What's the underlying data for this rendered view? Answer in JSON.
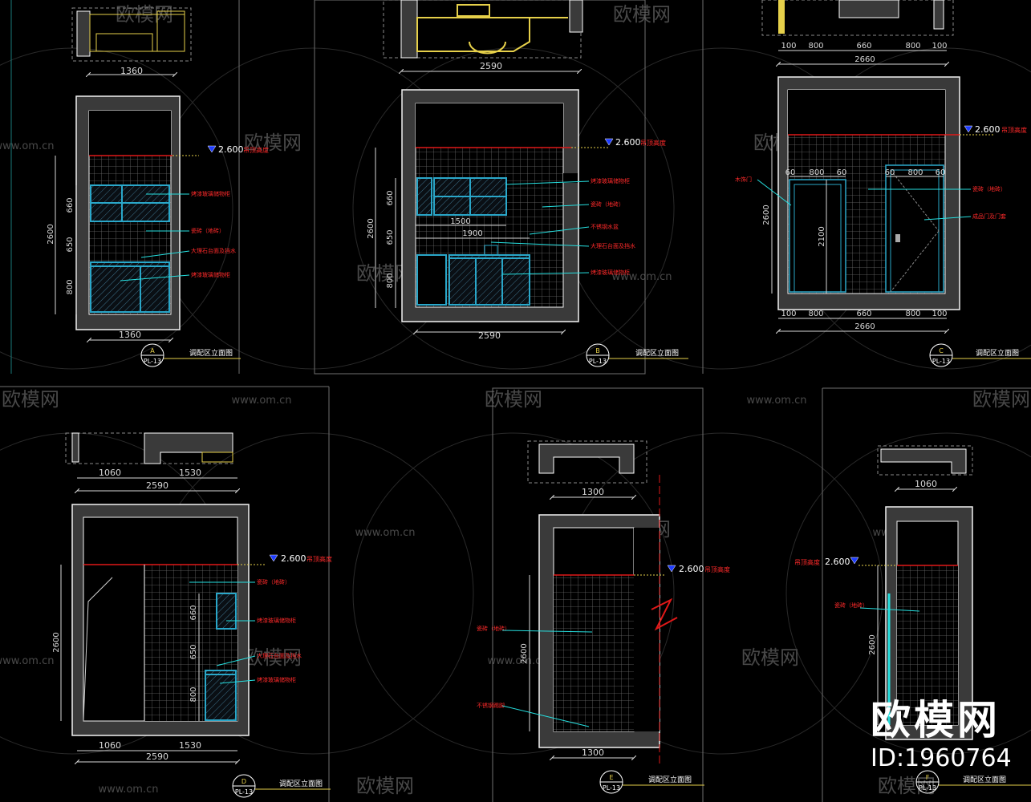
{
  "watermark": {
    "brand": "欧模网",
    "url": "www.om.cn",
    "id_label": "ID:1960764"
  },
  "colors": {
    "background": "#000000",
    "wall": "#3a3a3a",
    "wall_edge": "#f2f2f2",
    "dimension": "#d8d8d8",
    "level_line": "#e01818",
    "level_marker": "#1e3cff",
    "annotation": "#ff2a2a",
    "leader": "#26e0e0",
    "cabinet": "#2aa7c9",
    "tile": "#6b6b6b",
    "plan": "#e6d04a",
    "frame": "#9a9a9a"
  },
  "panels": {
    "A": {
      "label": "A",
      "sheet": "PL-13",
      "title": "调配区立面图",
      "level": "2.600",
      "level_note": "吊顶高度",
      "dims": {
        "plan_width": "1360",
        "elev_width": "1360",
        "height": "2600",
        "h1": "660",
        "h2": "650",
        "h3": "800"
      },
      "notes": [
        "烤漆玻璃储物柜",
        "瓷砖（地砖）",
        "大理石台面及挡水",
        "烤漆玻璃储物柜"
      ]
    },
    "B": {
      "label": "B",
      "sheet": "PL-13",
      "title": "调配区立面图",
      "level": "2.600",
      "level_note": "吊顶高度",
      "dims": {
        "plan_width": "2590",
        "elev_width": "2590",
        "height": "2600",
        "h1": "660",
        "h2": "650",
        "h3": "800",
        "w1": "1500",
        "w2": "1900"
      },
      "notes": [
        "烤漆玻璃储物柜",
        "瓷砖（地砖）",
        "不锈钢水盆",
        "大理石台面及挡水",
        "烤漆玻璃储物柜"
      ]
    },
    "C": {
      "label": "C",
      "sheet": "PL-13",
      "title": "调配区立面图",
      "level": "2.600",
      "level_note": "吊顶高度",
      "dims": {
        "top": [
          "100",
          "800",
          "660",
          "800",
          "100"
        ],
        "plan_width": "2660",
        "door": [
          "60",
          "800",
          "60",
          "60",
          "800",
          "60"
        ],
        "height": "2600",
        "door_height": "2100",
        "bottom": [
          "100",
          "800",
          "660",
          "800",
          "100"
        ],
        "elev_width": "2660"
      },
      "notes": [
        "木饰门",
        "瓷砖（地砖）",
        "成品门及门套"
      ]
    },
    "D": {
      "label": "D",
      "sheet": "PL-13",
      "title": "调配区立面图",
      "level": "2.600",
      "level_note": "吊顶高度",
      "dims": {
        "top": [
          "1060",
          "1530"
        ],
        "plan_width": "2590",
        "height": "2600",
        "h1": "660",
        "h2": "650",
        "h3": "800",
        "bottom": [
          "1060",
          "1530"
        ],
        "elev_width": "2590"
      },
      "notes": [
        "瓷砖（地砖）",
        "烤漆玻璃储物柜",
        "大理石台面及挡水",
        "烤漆玻璃储物柜"
      ]
    },
    "E": {
      "label": "E",
      "sheet": "PL-13",
      "title": "调配区立面图",
      "level": "2.600",
      "level_note": "吊顶高度",
      "dims": {
        "plan_width": "1300",
        "height": "2600",
        "elev_width": "1300"
      },
      "notes": [
        "瓷砖（地砖）",
        "不锈钢踢脚"
      ]
    },
    "F": {
      "label": "F",
      "sheet": "PL-13",
      "title": "调配区立面图",
      "level": "2.600",
      "level_note": "吊顶高度",
      "dims": {
        "plan_width": "1060",
        "height": "2600"
      },
      "notes": [
        "瓷砖（地砖）"
      ]
    }
  }
}
